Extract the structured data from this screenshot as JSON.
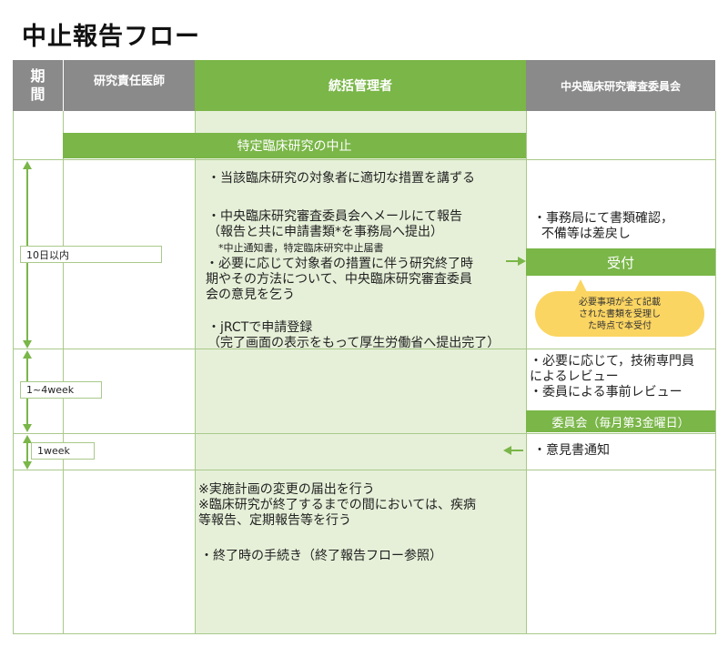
{
  "title": "中止報告フロー",
  "headers": {
    "period": "期\n間",
    "investigator": "研究責任医師",
    "manager": "統括管理者",
    "committee": "中央臨床研究審査委員会"
  },
  "banner_stop": "特定臨床研究の中止",
  "phases": [
    {
      "label": "10日以内"
    },
    {
      "label": "1~4week"
    },
    {
      "label": "1week"
    }
  ],
  "manager_texts": {
    "step1": "・当該臨床研究の対象者に適切な措置を講ずる",
    "step2_line1": "・中央臨床研究審査委員会へメールにて報告",
    "step2_line2": "（報告と共に申請書類*を事務局へ提出）",
    "step2_note": "*中止通知書，特定臨床研究中止届書",
    "step3": "・必要に応じて対象者の措置に伴う研究終了時\n期やその方法について、中央臨床研究審査委員\n会の意見を乞う",
    "step4_line1": "・jRCTで申請登録",
    "step4_line2": "（完了画面の表示をもって厚生労働省へ提出完了）",
    "notes": "※実施計画の変更の届出を行う\n※臨床研究が終了するまでの間においては、疾病\n等報告、定期報告等を行う",
    "final": "・終了時の手続き（終了報告フロー参照）"
  },
  "committee_texts": {
    "check": "・事務局にて書類確認，\n  不備等は差戻し",
    "receipt": "受付",
    "bubble": "必要事項が全て記載\nされた書類を受理し\nた時点で本受付",
    "review": "・必要に応じて，技術専門員\nによるレビュー\n・委員による事前レビュー",
    "meeting": "委員会（毎月第3金曜日）",
    "opinion": "・意見書通知"
  },
  "colors": {
    "green": "#7ab648",
    "light_green": "#e6f0d8",
    "gray": "#8a8a8a",
    "bubble": "#fbd562"
  }
}
